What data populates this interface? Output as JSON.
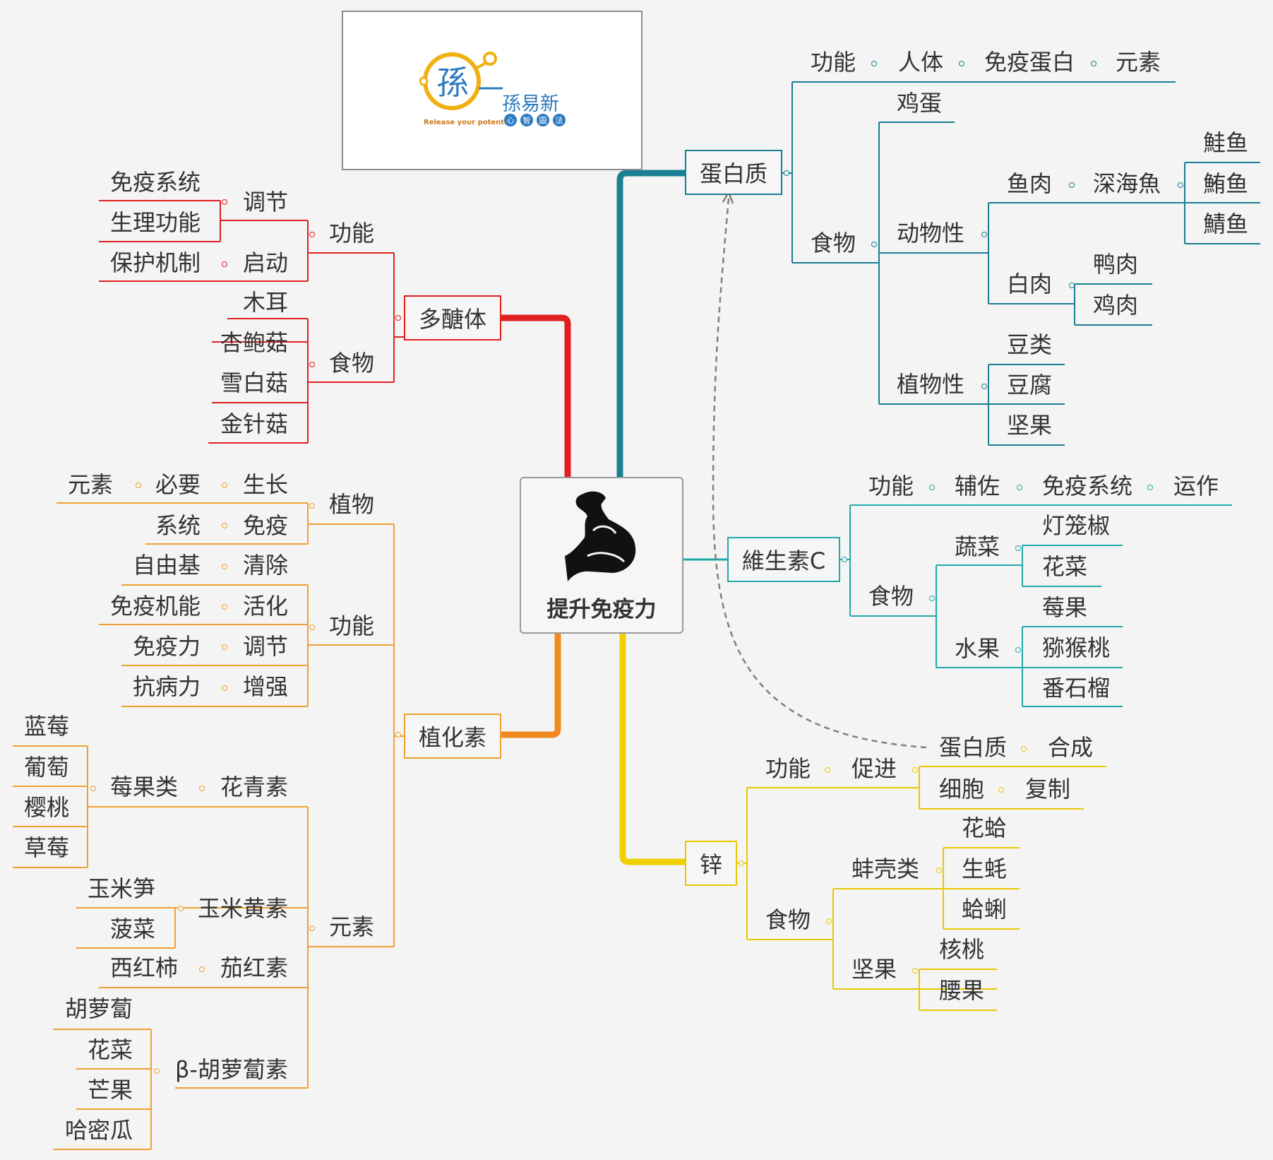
{
  "center": {
    "title": "提升免疫力",
    "icon": "flexed-arm-icon"
  },
  "logo": {
    "brand": "孫易新",
    "tagline": "Release your potential",
    "chars": [
      "心",
      "智",
      "圖",
      "法"
    ],
    "icon": "sun-logo-icon",
    "color": "#2b7ac0"
  },
  "colors": {
    "red": "#e02020",
    "orange": "#f08a20",
    "teal": "#1a7f92",
    "yellow": "#f0d000",
    "cyan": "#20a8a8"
  },
  "labels": {
    "ps": {
      "title": "多醣体",
      "func": "功能",
      "food": "食物",
      "adjust": "调节",
      "start": "启动",
      "immune_sys": "免疫系统",
      "physio": "生理功能",
      "protect": "保护机制",
      "muer": "木耳",
      "xingbao": "杏鲍菇",
      "xuebai": "雪白菇",
      "jinzhen": "金针菇"
    },
    "ph": {
      "title": "植化素",
      "plant": "植物",
      "func": "功能",
      "elem": "元素",
      "yuansu": "元素",
      "biyao": "必要",
      "shengzhang": "生长",
      "xitong": "系统",
      "mianyi": "免疫",
      "ziyouji": "自由基",
      "qingchu": "清除",
      "mianyijineng": "免疫机能",
      "huohua": "活化",
      "mianyili": "免疫力",
      "tiaojie": "调节",
      "kangbingli": "抗病力",
      "zengqiang": "增强",
      "berries": "莓果类",
      "huaqing": "花青素",
      "lanmei": "蓝莓",
      "putao": "葡萄",
      "yingtao": "樱桃",
      "caomei": "草莓",
      "yumihuang": "玉米黄素",
      "yumisun": "玉米笋",
      "bocai": "菠菜",
      "qiehong": "茄红素",
      "xihongshi": "西红柿",
      "beta": "β-胡萝蔔素",
      "huluobo": "胡萝蔔",
      "huacai": "花菜",
      "mangguo": "芒果",
      "hamigua": "哈密瓜"
    },
    "pr": {
      "title": "蛋白质",
      "func": "功能",
      "renti": "人体",
      "mianyi": "免疫蛋白",
      "yuansu": "元素",
      "food": "食物",
      "jidan": "鸡蛋",
      "dongwu": "动物性",
      "yurou": "鱼肉",
      "shenhai": "深海魚",
      "gui": "鮭鱼",
      "wei": "鮪鱼",
      "qing": "鯖鱼",
      "bairou": "白肉",
      "yarou": "鸭肉",
      "jirou": "鸡肉",
      "zhiwu": "植物性",
      "doulei": "豆类",
      "doufu": "豆腐",
      "jianguo": "坚果"
    },
    "vc": {
      "title": "維生素C",
      "func": "功能",
      "fuzuo": "辅佐",
      "mianyixitong": "免疫系统",
      "yunzuo": "运作",
      "food": "食物",
      "shucai": "蔬菜",
      "denglong": "灯笼椒",
      "huacai": "花菜",
      "shuiguo": "水果",
      "meiguo": "莓果",
      "mihoutao": "猕猴桃",
      "fanshiliu": "番石榴"
    },
    "zn": {
      "title": "锌",
      "func": "功能",
      "cujin": "促进",
      "danbai": "蛋白质",
      "hecheng": "合成",
      "xibao": "细胞",
      "fuzhi": "复制",
      "food": "食物",
      "bangke": "蚌壳类",
      "huage": "花蛤",
      "shenghao": "生蚝",
      "geli": "蛤蜊",
      "jianguo": "坚果",
      "hetao": "核桃",
      "yaoguo": "腰果"
    }
  }
}
